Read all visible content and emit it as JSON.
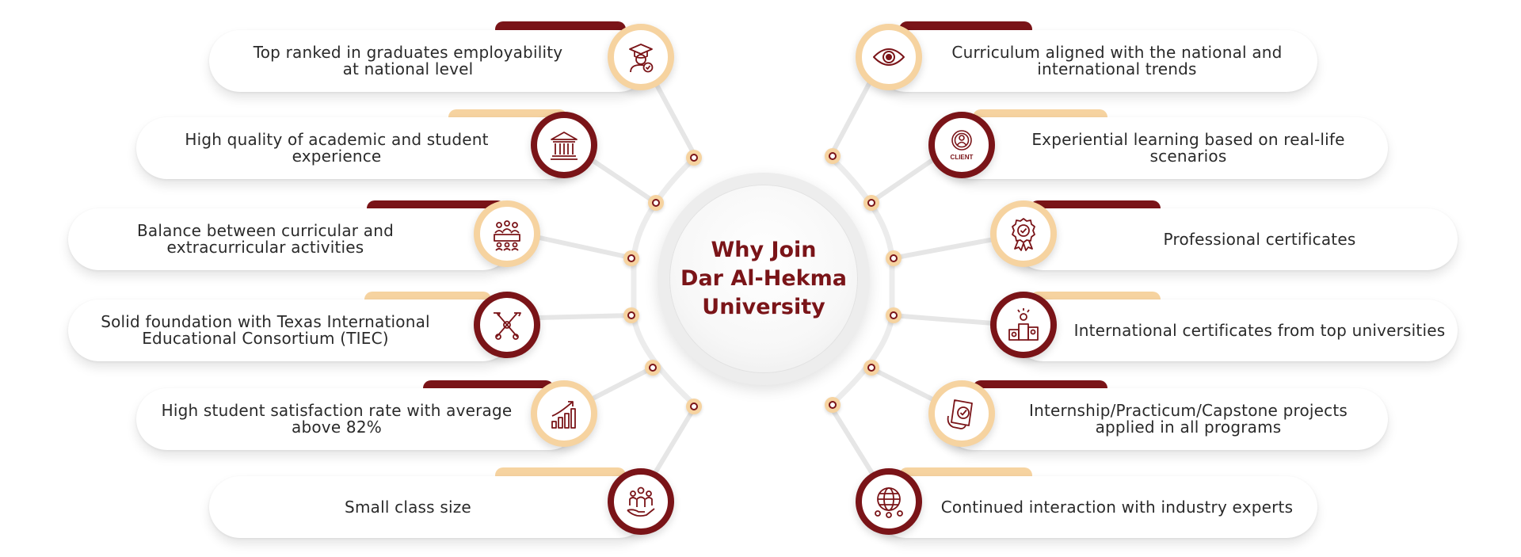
{
  "colors": {
    "maroon": "#7a1418",
    "beige": "#f6d3a0",
    "text": "#2a2a2a"
  },
  "center": {
    "line1": "Why Join",
    "line2": "Dar Al-Hekma",
    "line3": "University"
  },
  "left_items": [
    {
      "line1": "Top ranked in graduates employability",
      "line2": "at national level",
      "icon": "graduate-check-icon"
    },
    {
      "line1": "High quality of academic and student",
      "line2": "experience",
      "icon": "university-building-icon"
    },
    {
      "line1": "Balance between curricular and",
      "line2": "extracurricular activities",
      "icon": "classroom-activity-icon"
    },
    {
      "line1": "Solid foundation with Texas International",
      "line2": "Educational Consortium (TIEC)",
      "icon": "ribbon-badge-icon"
    },
    {
      "line1": "High student satisfaction rate with average",
      "line2": "above 82%",
      "icon": "growth-chart-icon"
    },
    {
      "line1": "Small class size",
      "line2": "",
      "icon": "small-group-icon"
    }
  ],
  "right_items": [
    {
      "line1": "Curriculum aligned with the national and",
      "line2": "international trends",
      "icon": "eye-icon"
    },
    {
      "line1": "Experiential learning based on real-life",
      "line2": "scenarios",
      "icon": "client-icon",
      "icon_text": "CLIENT"
    },
    {
      "line1": "Professional certificates",
      "line2": "",
      "icon": "certificate-medal-icon"
    },
    {
      "line1": "International certificates from top universities",
      "line2": "",
      "icon": "podium-icon"
    },
    {
      "line1": "Internship/Practicum/Capstone projects",
      "line2": "applied in all programs",
      "icon": "checklist-hand-icon"
    },
    {
      "line1": "Continued interaction with industry experts",
      "line2": "",
      "icon": "globe-network-icon"
    }
  ]
}
